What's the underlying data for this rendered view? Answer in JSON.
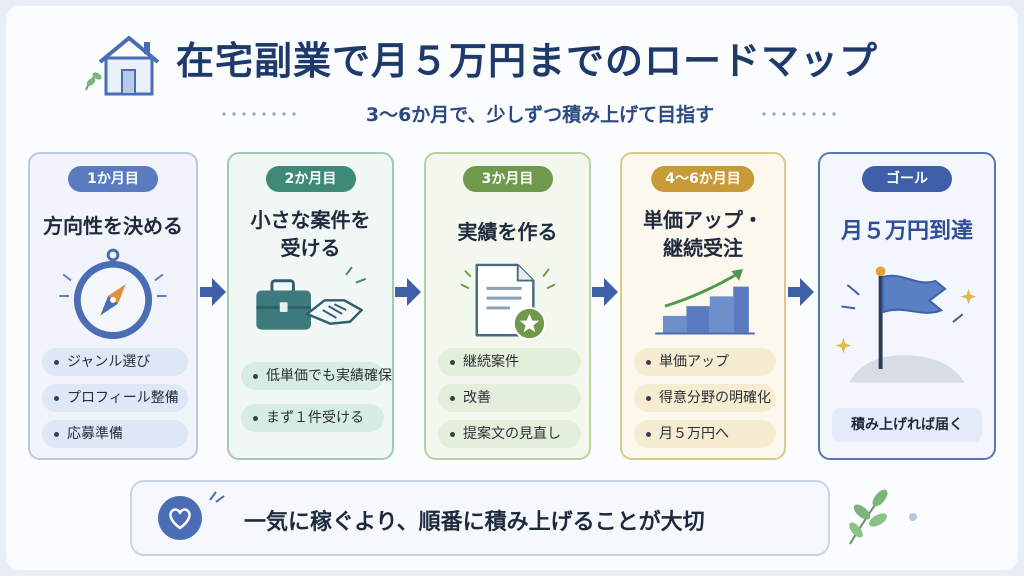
{
  "title": "在宅副業で月５万円までのロードマップ",
  "subtitle": "3〜6か月で、少しずつ積み上げて目指す",
  "steps": [
    {
      "badge": "1か月目",
      "title": "方向性を決める",
      "icon": "compass-icon",
      "items": [
        "ジャンル選び",
        "プロフィール整備",
        "応募準備"
      ]
    },
    {
      "badge": "2か月目",
      "title_line1": "小さな案件を",
      "title_line2": "受ける",
      "icon": "briefcase-handshake-icon",
      "items": [
        "低単価でも実績確保",
        "まず１件受ける"
      ]
    },
    {
      "badge": "3か月目",
      "title": "実績を作る",
      "icon": "document-star-icon",
      "items": [
        "継続案件",
        "改善",
        "提案文の見直し"
      ]
    },
    {
      "badge": "4〜6か月目",
      "title_line1": "単価アップ・",
      "title_line2": "継続受注",
      "icon": "growth-steps-icon",
      "items": [
        "単価アップ",
        "得意分野の明確化",
        "月５万円へ"
      ]
    },
    {
      "badge": "ゴール",
      "title": "月５万円到達",
      "icon": "flag-icon",
      "note": "積み上げれば届く"
    }
  ],
  "message": "一気に稼ぐより、順番に積み上げることが大切",
  "colors": {
    "navy": "#1e3a6b",
    "blue": "#5a7bbf",
    "teal": "#3f8a77",
    "green": "#6f9a4c",
    "gold": "#c79a3a",
    "goal": "#3f5fa8"
  }
}
